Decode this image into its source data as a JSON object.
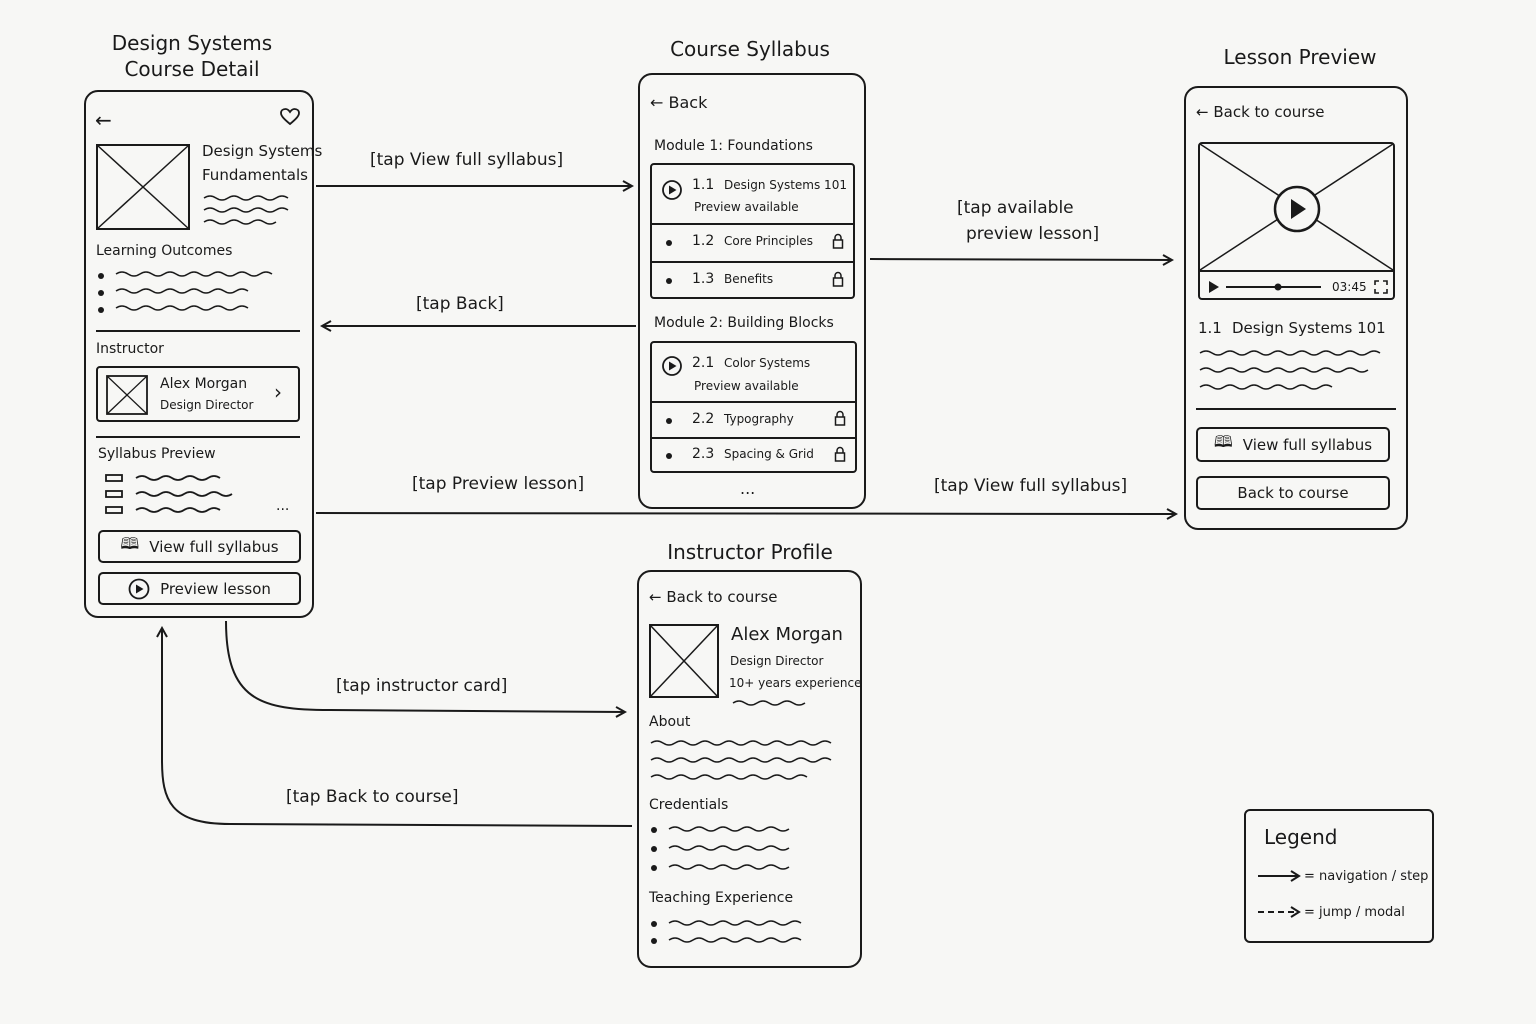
{
  "screens": {
    "course_detail": {
      "title_line1": "Design Systems",
      "title_line2": "Course Detail",
      "course_title_line1": "Design Systems",
      "course_title_line2": "Fundamentals",
      "learning_outcomes": "Learning Outcomes",
      "instructor_heading": "Instructor",
      "instructor_name": "Alex Morgan",
      "instructor_role": "Design Director",
      "syllabus_preview": "Syllabus Preview",
      "ellipsis": "...",
      "view_full_syllabus": "View full syllabus",
      "preview_lesson": "Preview lesson"
    },
    "course_syllabus": {
      "title": "Course Syllabus",
      "back": "Back",
      "module1": "Module 1: Foundations",
      "lesson_1_1_num": "1.1",
      "lesson_1_1": "Design Systems 101",
      "lesson_1_1_sub": "Preview available",
      "lesson_1_2_num": "1.2",
      "lesson_1_2": "Core Principles",
      "lesson_1_3_num": "1.3",
      "lesson_1_3": "Benefits",
      "module2": "Module 2: Building Blocks",
      "lesson_2_1_num": "2.1",
      "lesson_2_1": "Color Systems",
      "lesson_2_1_sub": "Preview available",
      "lesson_2_2_num": "2.2",
      "lesson_2_2": "Typography",
      "lesson_2_3_num": "2.3",
      "lesson_2_3": "Spacing & Grid",
      "ellipsis": "..."
    },
    "lesson_preview": {
      "title": "Lesson Preview",
      "back_to_course": "Back to course",
      "time": "03:45",
      "lesson_num": "1.1",
      "lesson_title": "Design Systems 101",
      "view_full_syllabus": "View full syllabus",
      "back_to_course_button": "Back to course"
    },
    "instructor_profile": {
      "title": "Instructor Profile",
      "back_to_course": "Back to course",
      "name": "Alex Morgan",
      "role": "Design Director",
      "experience": "10+ years experience",
      "about": "About",
      "credentials": "Credentials",
      "teaching_experience": "Teaching Experience"
    }
  },
  "flows": {
    "detail_to_syllabus": "[tap View full syllabus]",
    "syllabus_to_detail": "[tap Back]",
    "syllabus_to_lesson": "[tap available",
    "syllabus_to_lesson_2": "preview lesson]",
    "detail_to_lesson": "[tap Preview lesson]",
    "detail_to_lesson_2": "[tap View full syllabus]",
    "detail_to_instructor": "[tap instructor card]",
    "instructor_to_detail": "[tap Back to course]"
  },
  "legend": {
    "title": "Legend",
    "solid": "= navigation / step",
    "dashed": "= jump / modal"
  }
}
